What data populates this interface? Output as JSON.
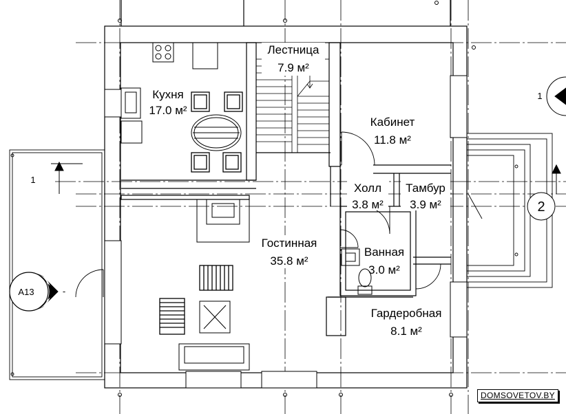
{
  "rooms": {
    "kitchen": {
      "name": "Кухня",
      "area": "17.0 м²"
    },
    "stairs": {
      "name": "Лестница",
      "area": "7.9 м²"
    },
    "study": {
      "name": "Кабинет",
      "area": "11.8 м²"
    },
    "hall": {
      "name": "Холл",
      "area": "3.8 м²"
    },
    "vestibule": {
      "name": "Тамбур",
      "area": "3.9 м²"
    },
    "living": {
      "name": "Гостинная",
      "area": "35.8 м²"
    },
    "bathroom": {
      "name": "Ванная",
      "area": "3.0 м²"
    },
    "wardrobe": {
      "name": "Гардеробная",
      "area": "8.1 м²"
    }
  },
  "markers": {
    "section_left_number": "1",
    "section_right_number": "1",
    "axis_right": "2",
    "elevation_left": "А13",
    "elevation_left_dash": "-"
  },
  "watermark": "DOMSOVETOV.BY"
}
